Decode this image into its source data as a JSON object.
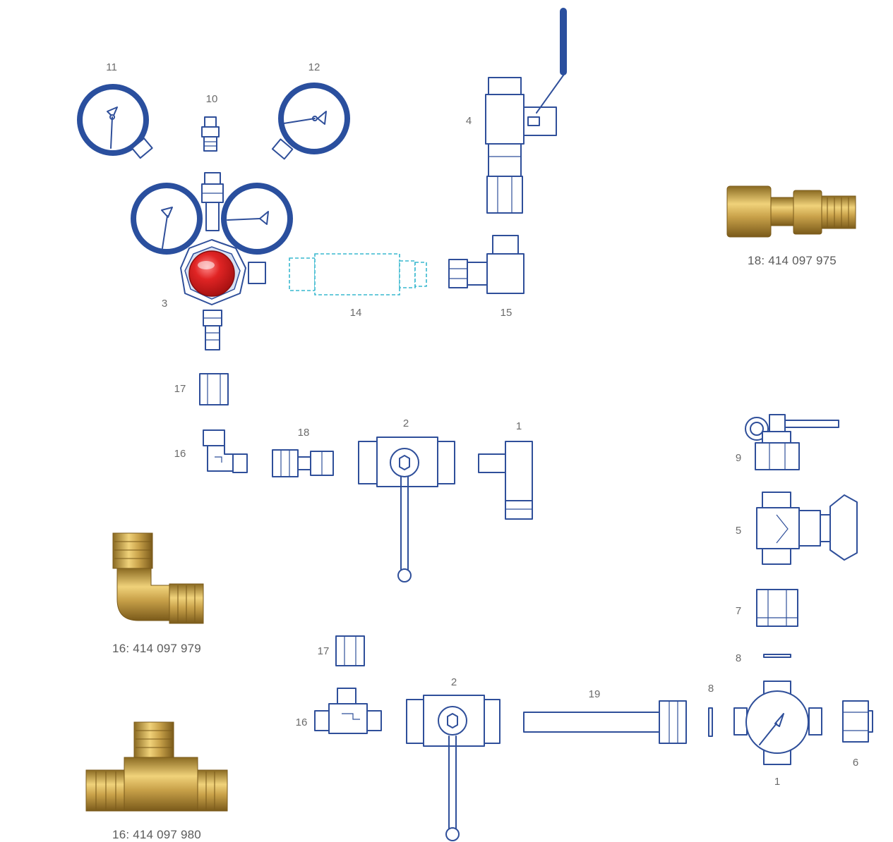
{
  "colors": {
    "line": "#2f4f9a",
    "gauge_ring": "#2a4f9e",
    "knob": "#d61f1f",
    "filter_outline": "#39b8cf",
    "brass": "#c9a24a",
    "label_text": "#6b6b6b"
  },
  "labels": {
    "p11": "11",
    "p10": "10",
    "p12": "12",
    "p4": "4",
    "p3": "3",
    "p14": "14",
    "p15": "15",
    "p17a": "17",
    "p16a": "16",
    "p18": "18",
    "p2a": "2",
    "p1a": "1",
    "p9": "9",
    "p5": "5",
    "p7": "7",
    "p8a": "8",
    "p17b": "17",
    "p16b": "16",
    "p2b": "2",
    "p19": "19",
    "p8b": "8",
    "p1b": "1",
    "p6": "6"
  },
  "captions": {
    "elbow": "16:  414 097 979",
    "tee": "16:  414 097 980",
    "adapter": "18:  414 097 975"
  },
  "photos": {
    "elbow": "brass-elbow-photo",
    "tee": "brass-tee-photo",
    "adapter": "brass-adapter-photo"
  }
}
